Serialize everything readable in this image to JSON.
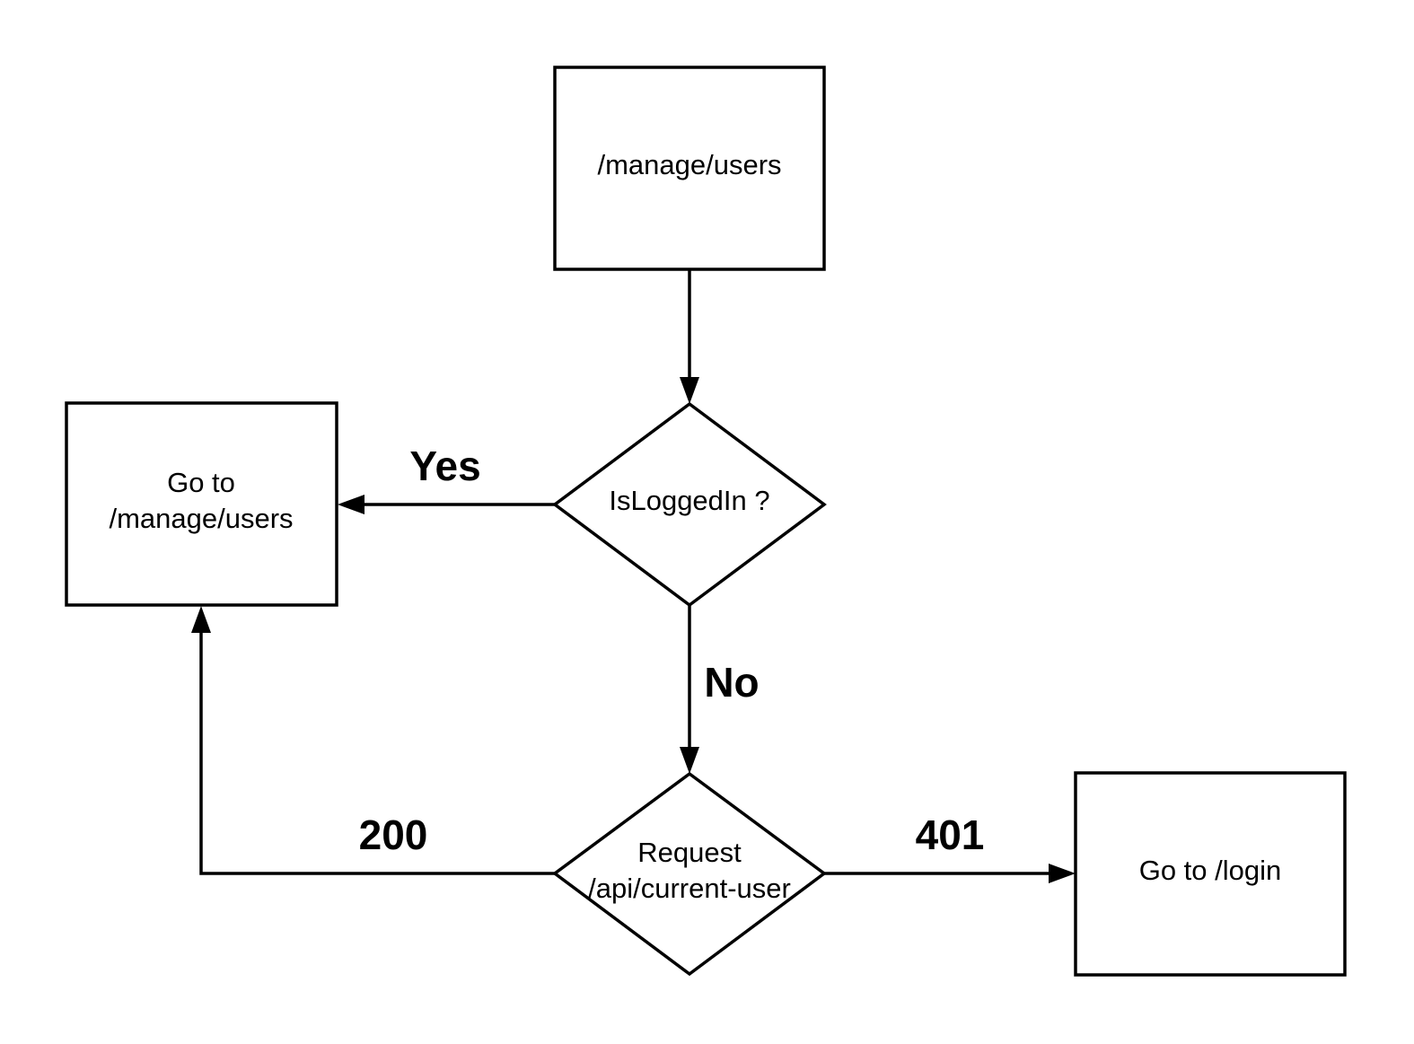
{
  "nodes": {
    "start": {
      "label": "/manage/users"
    },
    "logged_in_check": {
      "label": "IsLoggedIn ?"
    },
    "goto_manage": {
      "line1": "Go to",
      "line2": "/manage/users"
    },
    "request_check": {
      "line1": "Request",
      "line2": "/api/current-user"
    },
    "goto_login": {
      "label": "Go to /login"
    }
  },
  "edges": {
    "yes": "Yes",
    "no": "No",
    "ok": "200",
    "unauthorized": "401"
  }
}
